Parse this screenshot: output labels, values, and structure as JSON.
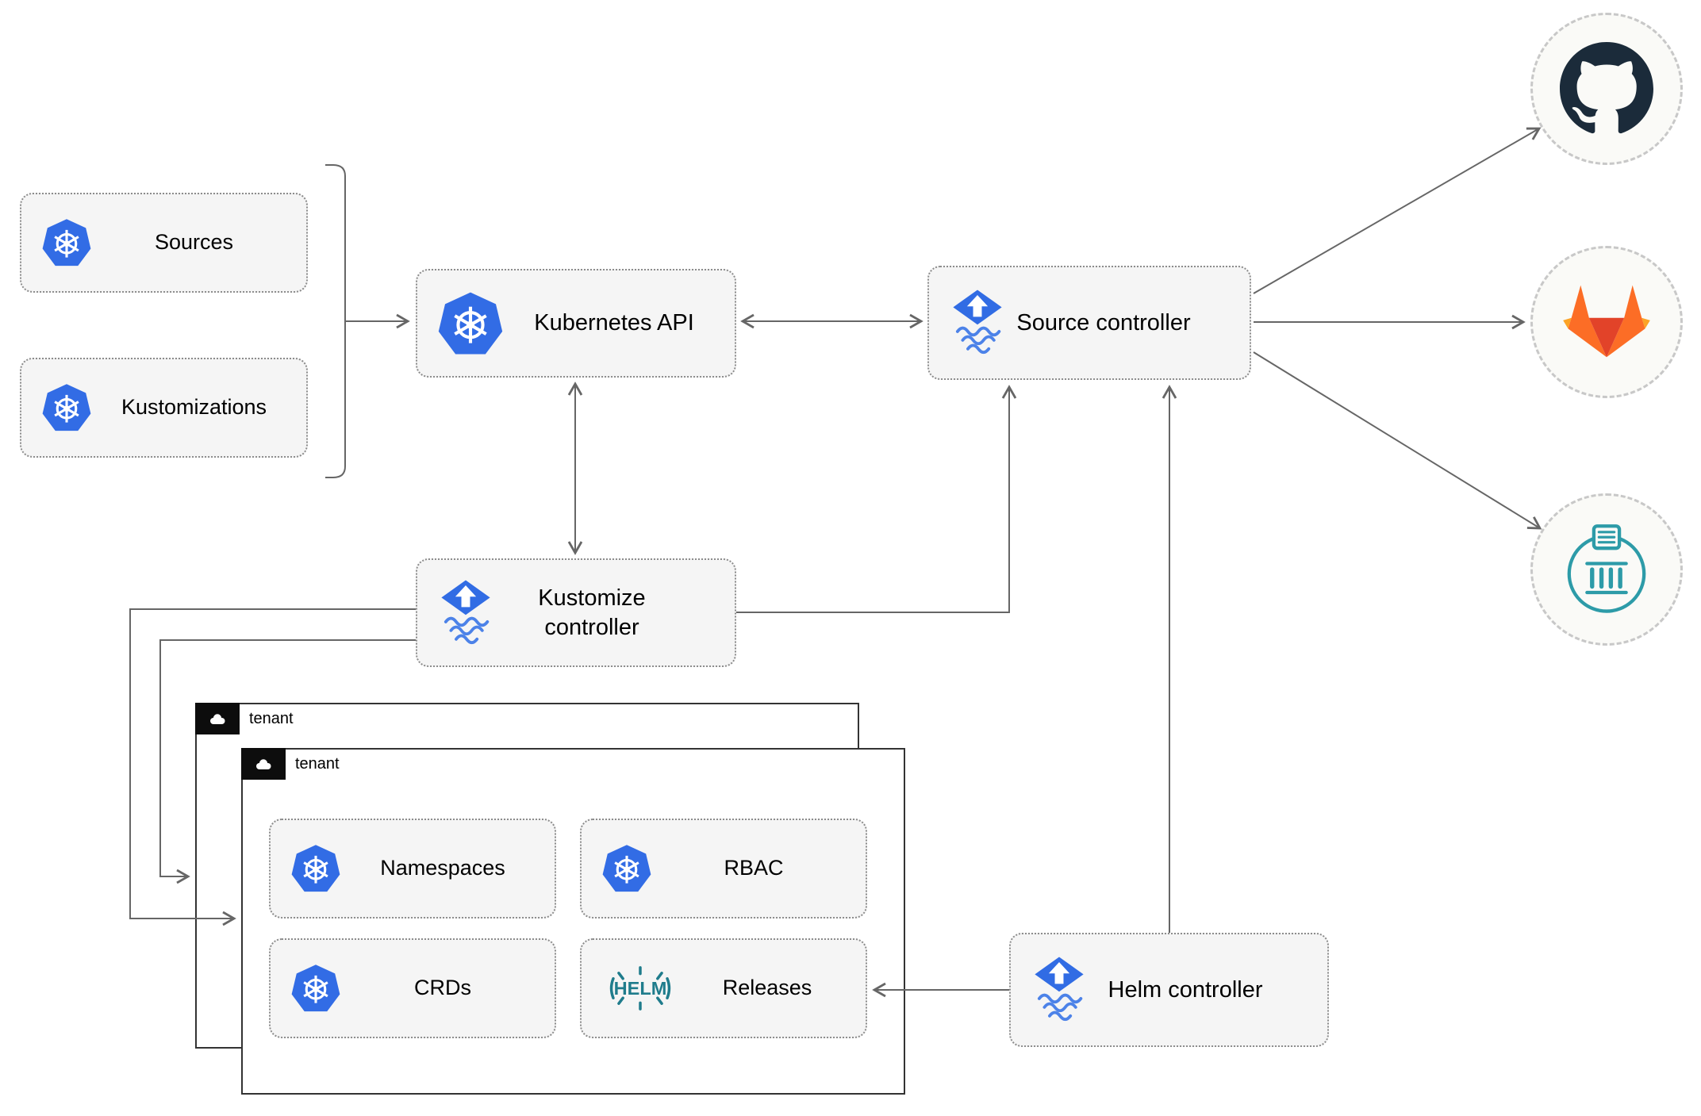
{
  "nodes": {
    "sources": "Sources",
    "kustomizations": "Kustomizations",
    "kubernetes_api": "Kubernetes API",
    "source_controller": "Source controller",
    "kustomize_controller": "Kustomize controller",
    "helm_controller": "Helm controller",
    "namespaces": "Namespaces",
    "rbac": "RBAC",
    "crds": "CRDs",
    "releases": "Releases"
  },
  "tenants": {
    "back": "tenant",
    "front": "tenant"
  },
  "helm_icon_text": "HELM",
  "icons": {
    "kubernetes": "kubernetes-wheel-heptagon",
    "flux": "flux-diamond-up-arrow-waves",
    "helm": "helm-ship-wheel",
    "github": "github-octocat",
    "gitlab": "gitlab-tanuki",
    "chart_repository": "chartmuseum-temple",
    "cloud": "cloud"
  },
  "colors": {
    "kubernetes_blue": "#326CE5",
    "flux_blue": "#316CE4",
    "flux_wave_blue": "#4C82E8",
    "helm_teal": "#1F7C8C",
    "github_dark": "#1B2B3A",
    "gitlab_red": "#E24329",
    "gitlab_orange": "#FC6D26",
    "gitlab_amber": "#FCA326",
    "chartmuseum_teal": "#2D9BA8",
    "connector_gray": "#666666",
    "node_fill": "#F5F5F5"
  }
}
